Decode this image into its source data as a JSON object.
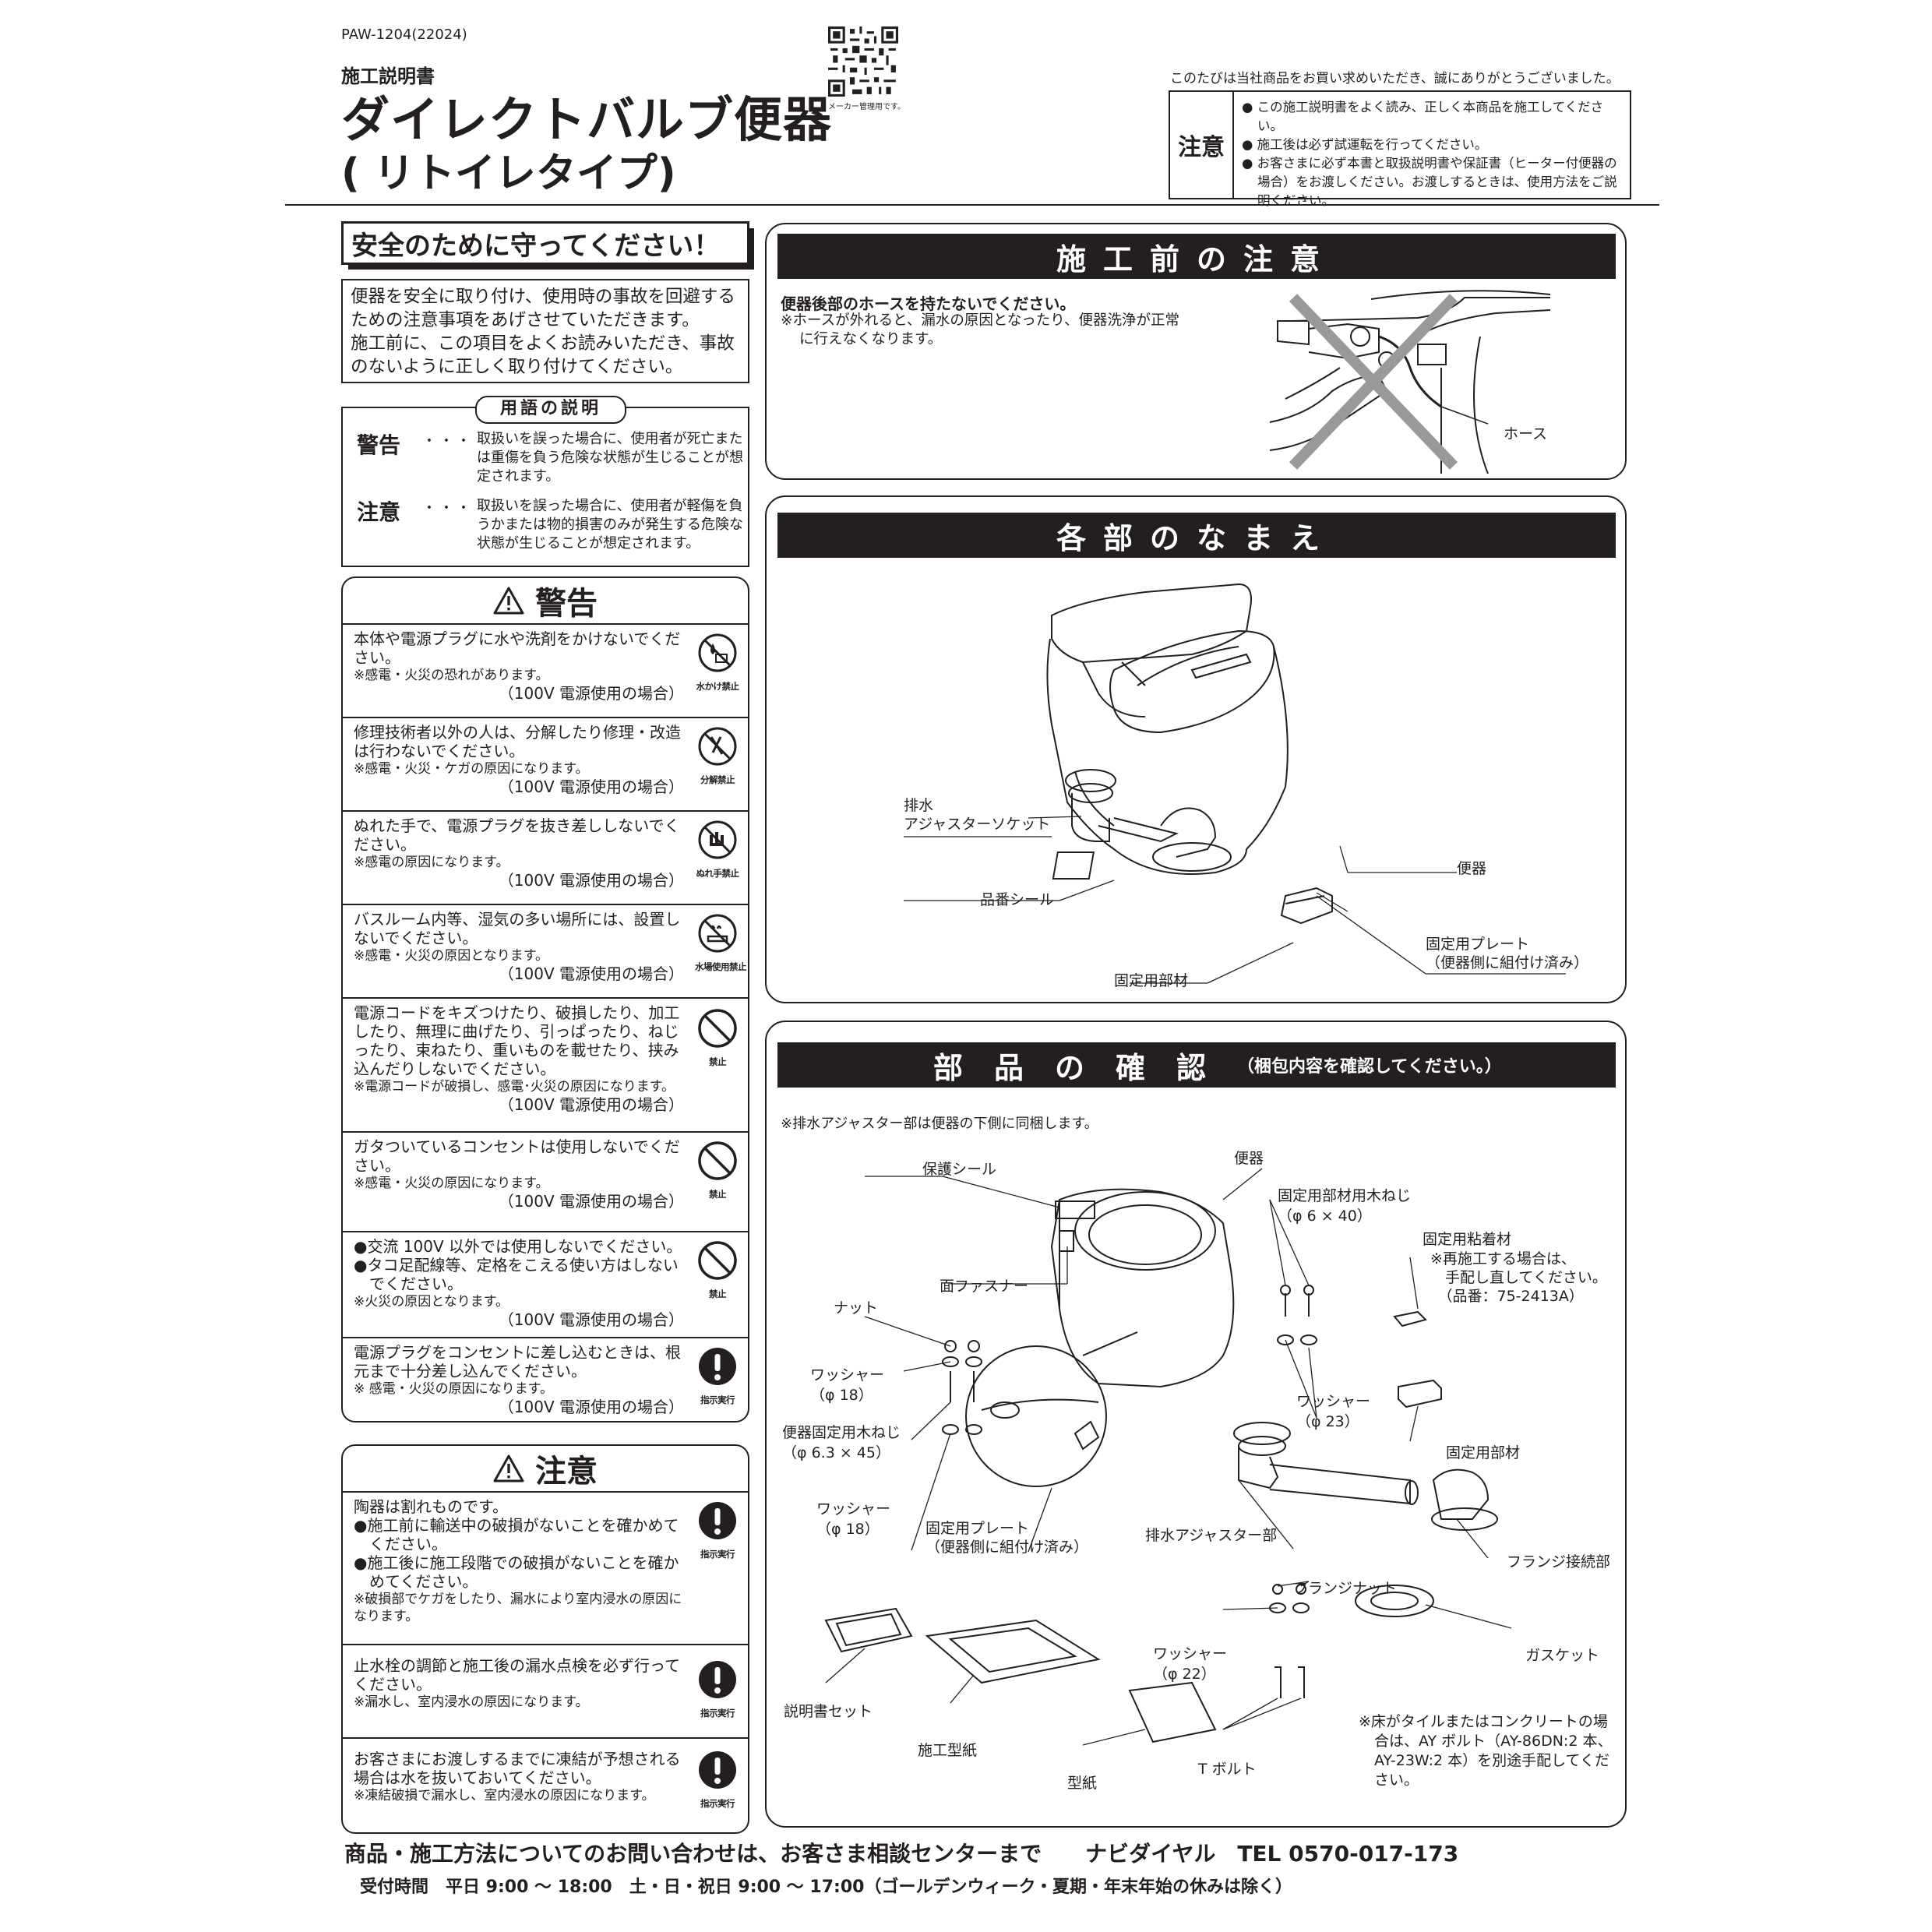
{
  "header": {
    "doc_code": "PAW-1204(22024)",
    "qr_caption": "メーカー管理用です。",
    "subtitle": "施工説明書",
    "title_line1": "ダイレクトバルブ便器",
    "title_line2": "( リトイレタイプ)",
    "thanks": "このたびは当社商品をお買い求めいただき、誠にありがとうございました。",
    "caution_label": "注意",
    "caution_items": [
      "この施工説明書をよく読み、正しく本商品を施工してください。",
      "施工後は必ず試運転を行ってください。",
      "お客さまに必ず本書と取扱説明書や保証書（ヒーター付便器の場合）をお渡しください。お渡しするときは、使用方法をご説明ください。"
    ]
  },
  "safety": {
    "title": "安全のために守ってください！",
    "intro": "便器を安全に取り付け、使用時の事故を回避するための注意事項をあげさせていただきます。\n施工前に、この項目をよくお読みいただき、事故のないように正しく取り付けてください。",
    "terms_heading": "用語の説明",
    "terms": [
      {
        "name": "警告",
        "dots": "・・・",
        "desc": "取扱いを誤った場合に、使用者が死亡または重傷を負う危険な状態が生じることが想定されます。"
      },
      {
        "name": "注意",
        "dots": "・・・",
        "desc": "取扱いを誤った場合に、使用者が軽傷を負うかまたは物的損害のみが発生する危険な状態が生じることが想定されます。"
      }
    ]
  },
  "warning": {
    "heading": "警告",
    "items": [
      {
        "text": "本体や電源プラグに水や洗剤をかけないでください。",
        "note": "※感電・火災の恐れがあります。",
        "source": "（100V 電源使用の場合）",
        "pictogram": "水かけ禁止",
        "icon": "no-water-icon"
      },
      {
        "text": "修理技術者以外の人は、分解したり修理・改造は行わないでください。",
        "note": "※感電・火災・ケガの原因になります。",
        "source": "（100V 電源使用の場合）",
        "pictogram": "分解禁止",
        "icon": "no-disassembly-icon"
      },
      {
        "text": "ぬれた手で、電源プラグを抜き差ししないでください。",
        "note": "※感電の原因になります。",
        "source": "（100V 電源使用の場合）",
        "pictogram": "ぬれ手禁止",
        "icon": "no-wet-hands-icon"
      },
      {
        "text": "バスルーム内等、湿気の多い場所には、設置しないでください。",
        "note": "※感電・火災の原因となります。",
        "source": "（100V 電源使用の場合）",
        "pictogram": "水場使用禁止",
        "icon": "no-wet-place-icon"
      },
      {
        "text": "電源コードをキズつけたり、破損したり、加工したり、無理に曲げたり、引っぱったり、ねじったり、束ねたり、重いものを載せたり、挟み込んだりしないでください。",
        "note": "※電源コードが破損し、感電･火災の原因になります。",
        "source": "（100V 電源使用の場合）",
        "pictogram": "禁止",
        "icon": "prohibited-icon"
      },
      {
        "text": "ガタついているコンセントは使用しないでください。",
        "note": "※感電・火災の原因になります。",
        "source": "（100V 電源使用の場合）",
        "pictogram": "禁止",
        "icon": "prohibited-icon"
      },
      {
        "bullets": [
          "交流 100V 以外では使用しないでください。",
          "タコ足配線等、定格をこえる使い方はしないでください。"
        ],
        "note": "※火災の原因となります。",
        "source": "（100V 電源使用の場合）",
        "pictogram": "禁止",
        "icon": "prohibited-icon"
      },
      {
        "text": "電源プラグをコンセントに差し込むときは、根元まで十分差し込んでください。",
        "note": "※ 感電・火災の原因になります。",
        "source": "（100V 電源使用の場合）",
        "pictogram": "指示実行",
        "icon": "mandatory-icon"
      }
    ]
  },
  "caution": {
    "heading": "注意",
    "items": [
      {
        "text": "陶器は割れものです。",
        "bullets": [
          "施工前に輸送中の破損がないことを確かめてください。",
          "施工後に施工段階での破損がないことを確かめてください。"
        ],
        "note": "※破損部でケガをしたり、漏水により室内浸水の原因になります。",
        "pictogram": "指示実行"
      },
      {
        "text": "止水栓の調節と施工後の漏水点検を必ず行ってください。",
        "note": "※漏水し、室内浸水の原因になります。",
        "pictogram": "指示実行"
      },
      {
        "text": "お客さまにお渡しするまでに凍結が予想される場合は水を抜いておいてください。",
        "note": "※凍結破損で漏水し、室内浸水の原因になります。",
        "pictogram": "指示実行"
      }
    ]
  },
  "before_work": {
    "heading": "施工前の注意",
    "bold": "便器後部のホースを持たないでください。",
    "note": "※ホースが外れると、漏水の原因となったり、便器洗浄が正常に行えなくなります。",
    "label_hose": "ホース"
  },
  "parts_names": {
    "heading": "各部のなまえ",
    "labels": {
      "drain_socket": "排水\nアジャスターソケット",
      "toilet": "便器",
      "serial_seal": "品番シール",
      "fixing_plate": "固定用プレート\n（便器側に組付け済み）",
      "fixing_material": "固定用部材"
    }
  },
  "parts_check": {
    "heading": "部品の確認",
    "heading_sub": "（梱包内容を確認してください。）",
    "note_top": "※排水アジャスター部は便器の下側に同梱します。",
    "labels": {
      "protect_seal": "保護シール",
      "toilet": "便器",
      "wood_screw_fixing": "固定用部材用木ねじ\n（φ 6 × 40）",
      "adhesive": "固定用粘着材",
      "adhesive_note": "※再施工する場合は、\n　手配し直してください。\n　（品番：75-2413A）",
      "face_fastener": "面ファスナー",
      "nut": "ナット",
      "washer18a": "ワッシャー\n（φ 18）",
      "wood_screw_bowl": "便器固定用木ねじ\n（φ 6.3 × 45）",
      "washer23": "ワッシャー\n（φ 23）",
      "fixing_material": "固定用部材",
      "washer18b": "ワッシャー\n（φ 18）",
      "fixing_plate": "固定用プレート\n（便器側に組付け済み）",
      "drain_adjuster": "排水アジャスター部",
      "flange_joint": "フランジ接続部",
      "flange_nut": "フランジナット",
      "washer22": "ワッシャー\n（φ 22）",
      "gasket": "ガスケット",
      "manual_set": "説明書セット",
      "template_paper": "施工型紙",
      "pattern_paper": "型紙",
      "t_bolt": "T ボルト",
      "tile_note": "※床がタイルまたはコンクリートの場合は、AY ボルト（AY-86DN:2 本、AY-23W:2 本）を別途手配してください。"
    }
  },
  "footer": {
    "contact": "商品・施工方法についてのお問い合わせは、お客さま相談センターまで　　ナビダイヤル　TEL 0570-017-173",
    "hours": "受付時間　平日 9:00 ～ 18:00　土・日・祝日 9:00 ～ 17:00（ゴールデンウィーク・夏期・年末年始の休みは除く）"
  }
}
